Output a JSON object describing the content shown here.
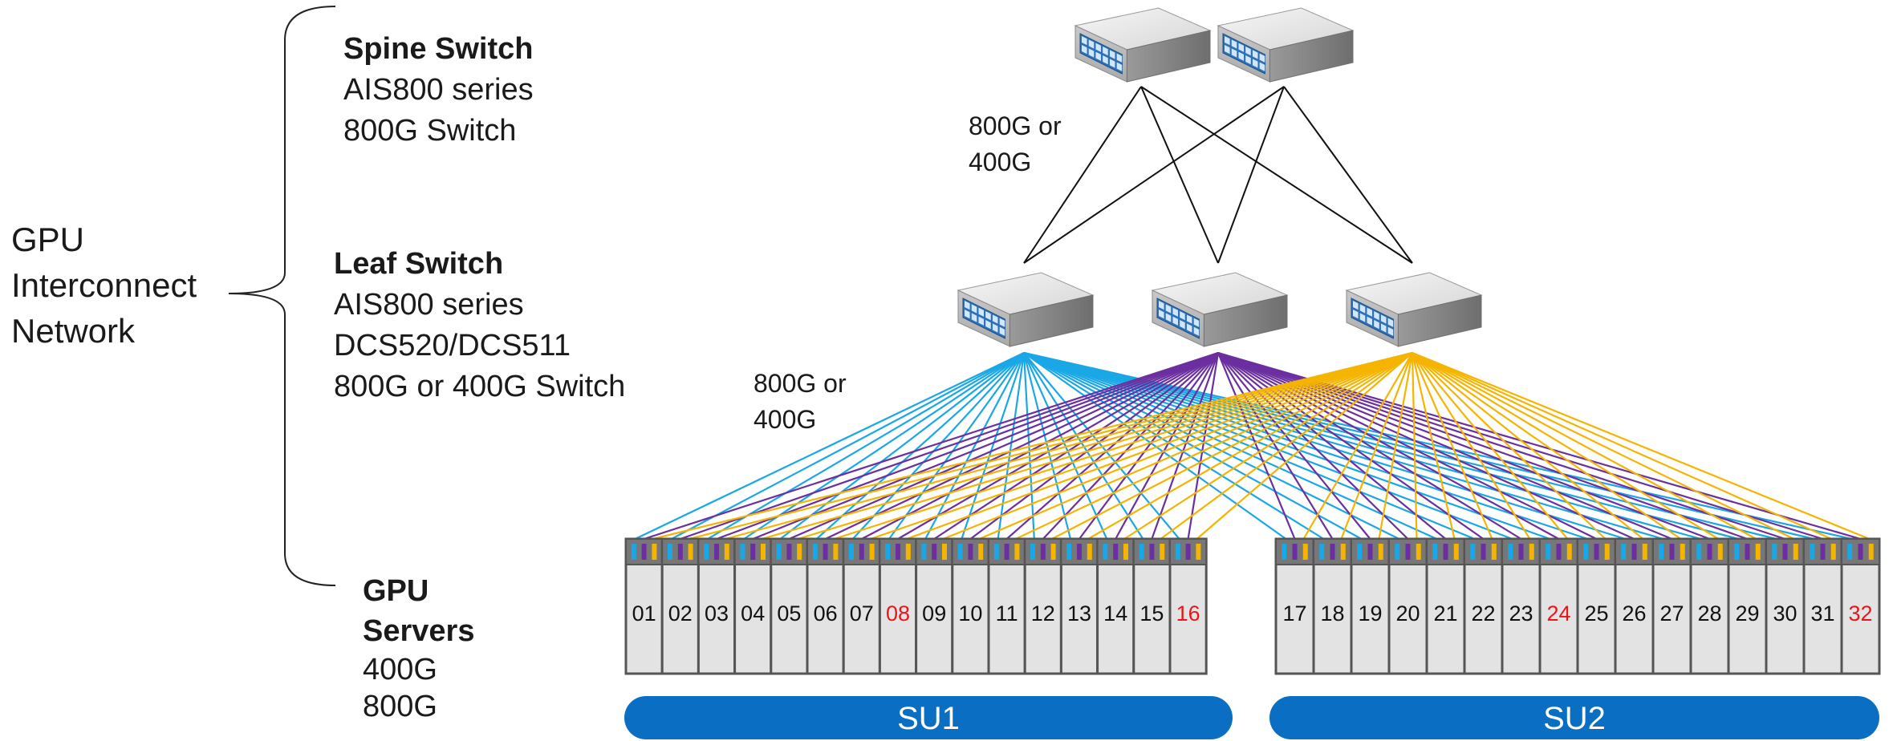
{
  "network": {
    "title_lines": [
      "GPU",
      "Interconnect",
      "Network"
    ]
  },
  "spine": {
    "title": "Spine Switch",
    "lines": [
      "AIS800 series",
      "800G Switch"
    ],
    "link_label_lines": [
      "800G or",
      "400G"
    ]
  },
  "leaf": {
    "title": "Leaf Switch",
    "lines": [
      "AIS800 series",
      "DCS520/DCS511",
      "800G or 400G Switch"
    ],
    "link_label_lines": [
      "800G or",
      "400G"
    ]
  },
  "gpu": {
    "title_lines": [
      "GPU",
      "Servers"
    ],
    "lines": [
      "400G",
      "800G"
    ]
  },
  "colors": {
    "leaf1": "#1aa7e6",
    "leaf2": "#6b2fa0",
    "leaf3": "#f5b400",
    "su_bar": "#0a6fc2",
    "highlight_number": "#e8161b",
    "server_fill": "#e3e3e3",
    "server_border": "#555555",
    "server_cap": "#777777"
  },
  "scalable_units": [
    {
      "label": "SU1",
      "servers": [
        {
          "num": "01"
        },
        {
          "num": "02"
        },
        {
          "num": "03"
        },
        {
          "num": "04"
        },
        {
          "num": "05"
        },
        {
          "num": "06"
        },
        {
          "num": "07"
        },
        {
          "num": "08",
          "highlight": true
        },
        {
          "num": "09"
        },
        {
          "num": "10"
        },
        {
          "num": "11"
        },
        {
          "num": "12"
        },
        {
          "num": "13"
        },
        {
          "num": "14"
        },
        {
          "num": "15"
        },
        {
          "num": "16",
          "highlight": true
        }
      ]
    },
    {
      "label": "SU2",
      "servers": [
        {
          "num": "17"
        },
        {
          "num": "18"
        },
        {
          "num": "19"
        },
        {
          "num": "20"
        },
        {
          "num": "21"
        },
        {
          "num": "22"
        },
        {
          "num": "23"
        },
        {
          "num": "24",
          "highlight": true
        },
        {
          "num": "25"
        },
        {
          "num": "26"
        },
        {
          "num": "27"
        },
        {
          "num": "28"
        },
        {
          "num": "29"
        },
        {
          "num": "30"
        },
        {
          "num": "31"
        },
        {
          "num": "32",
          "highlight": true
        }
      ]
    }
  ],
  "topology": {
    "spine_count": 2,
    "leaf_count": 3,
    "spine_to_leaf": "full-mesh",
    "leaf_to_server": "each leaf connects to every server"
  }
}
